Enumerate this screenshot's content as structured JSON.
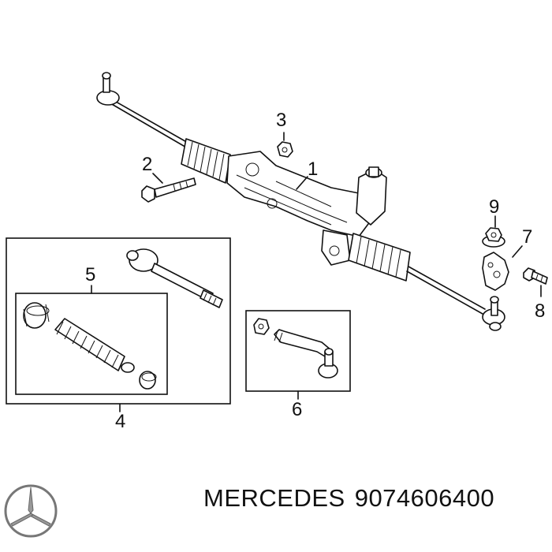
{
  "callouts": {
    "c1": "1",
    "c2": "2",
    "c3": "3",
    "c4": "4",
    "c5": "5",
    "c6": "6",
    "c7": "7",
    "c8": "8",
    "c9": "9"
  },
  "footer": {
    "brand": "MERCEDES",
    "part_number": "9074606400"
  }
}
